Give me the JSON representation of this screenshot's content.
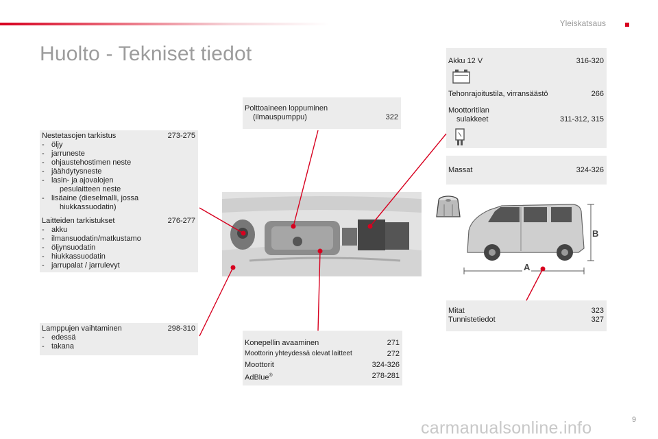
{
  "header": {
    "section": "Yleiskatsaus",
    "title": "Huolto - Tekniset tiedot"
  },
  "colors": {
    "accent": "#d7001f",
    "box": "#ececec"
  },
  "fluids": {
    "title": "Nestetasojen tarkistus",
    "pages": "273-275",
    "items": [
      "öljy",
      "jarruneste",
      "ohjaustehostimen neste",
      "jäähdytysneste"
    ],
    "washer_l1": "lasin- ja ajovalojen",
    "washer_l2": "pesulaitteen neste",
    "additive_l1": "lisäaine (dieselmalli, jossa",
    "additive_l2": "hiukkassuodatin)"
  },
  "components": {
    "title": "Laitteiden tarkistukset",
    "pages": "276-277",
    "items": [
      "akku",
      "ilmansuodatin/matkustamo",
      "öljynsuodatin",
      "hiukkassuodatin",
      "jarrupalat / jarrulevyt"
    ]
  },
  "bulbs": {
    "title": "Lamppujen vaihtaminen",
    "pages": "298-310",
    "items": [
      "edessä",
      "takana"
    ]
  },
  "fuel": {
    "l1": "Polttoaineen loppuminen",
    "l2": "(ilmauspumppu)",
    "pages": "322"
  },
  "battery": {
    "label": "Akku 12 V",
    "pages": "316-320",
    "icon": "battery-icon"
  },
  "energy": {
    "label": "Tehonrajoitustila, virransäästö",
    "pages": "266"
  },
  "fuses": {
    "l1": "Moottoritilan",
    "l2": "sulakkeet",
    "pages": "311-312, 315",
    "icon": "fuse-icon"
  },
  "masses": {
    "label": "Massat",
    "pages": "324-326",
    "icon": "weight-icon"
  },
  "dims": {
    "mitat": "Mitat",
    "mitat_p": "323",
    "ident": "Tunnistetiedot",
    "ident_p": "327",
    "label_a": "A",
    "label_b": "B"
  },
  "bonnet": {
    "open": "Konepellin avaaminen",
    "open_p": "271",
    "engine_comp": "Moottorin yhteydessä olevat laitteet",
    "engine_comp_p": "272",
    "engines": "Moottorit",
    "engines_p": "324-326",
    "adblue": "AdBlue",
    "adblue_sup": "®",
    "adblue_p": "278-281"
  },
  "footer": {
    "watermark": "carmanualsonline.info",
    "page": "9"
  }
}
